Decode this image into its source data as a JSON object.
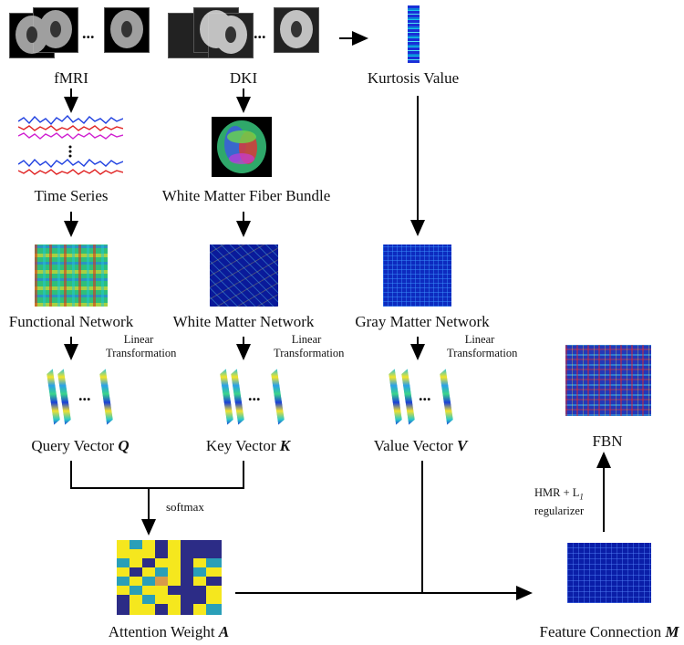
{
  "labels": {
    "fmri": "fMRI",
    "dki": "DKI",
    "kurtosis": "Kurtosis Value",
    "time_series": "Time Series",
    "fiber_bundle": "White Matter Fiber Bundle",
    "functional_network": "Functional Network",
    "white_matter_network": "White Matter Network",
    "gray_matter_network": "Gray Matter Network",
    "linear_transformation_1": "Linear",
    "linear_transformation_2": "Transformation",
    "query_vector": "Query Vector",
    "query_symbol": "Q",
    "key_vector": "Key Vector",
    "key_symbol": "K",
    "value_vector": "Value Vector",
    "value_symbol": "V",
    "softmax": "softmax",
    "attention_weight": "Attention Weight",
    "attention_symbol": "A",
    "feature_connection": "Feature Connection",
    "feature_symbol": "M",
    "fbn": "FBN",
    "hmr": "HMR + L",
    "hmr_sub": "1",
    "regularizer": "regularizer",
    "ellipsis": "..."
  },
  "colors": {
    "line": "#000000",
    "matrix_bg": "#0a1e9c",
    "attention_yellow": "#f5e71e",
    "attention_navy": "#2c2c86",
    "attention_teal": "#2a9fb8",
    "attention_orange": "#d89a4a"
  }
}
